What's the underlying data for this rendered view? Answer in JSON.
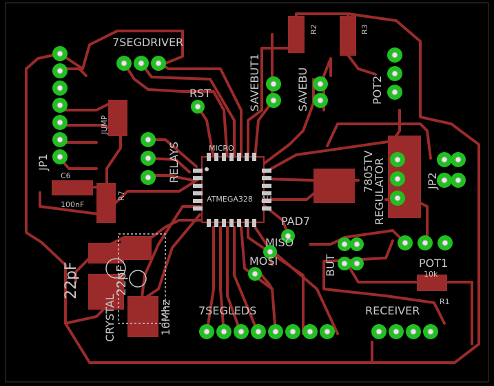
{
  "board": {
    "labels": {
      "seg_driver": "7SEGDRIVER",
      "savebut1": "SAVEBUT1",
      "savebut2": "SAVEBU",
      "r2": "R2",
      "r3": "R3",
      "pot2": "POT2",
      "rst": "RST",
      "jump": "JUMP",
      "jp1": "JP1",
      "c6": "C6",
      "c6_value": "100nF",
      "r7": "R7",
      "relays": "RELAYS",
      "micro": "MICRO",
      "mcu": "ATMEGA328",
      "mcu_suffix": "AU",
      "reg_name": "7805TV",
      "reg_label": "REGULATOR",
      "jp2": "JP2",
      "pad7": "PAD7",
      "miso": "MISO",
      "mosi": "MOSI",
      "but": "BUT",
      "pot1": "POT1",
      "pot1_value": "10k",
      "r1": "R1",
      "crystal_cap_a": "22pF",
      "crystal_cap_b": "22pF",
      "crystal": "CRYSTAL",
      "freq": "16Mhz",
      "seg_leds": "7SEGLEDS",
      "receiver": "RECEIVER"
    },
    "colors": {
      "background": "#000000",
      "trace": "#9b2b2b",
      "pad": "#1fc01f",
      "silkscreen": "#c8c8c8"
    }
  }
}
